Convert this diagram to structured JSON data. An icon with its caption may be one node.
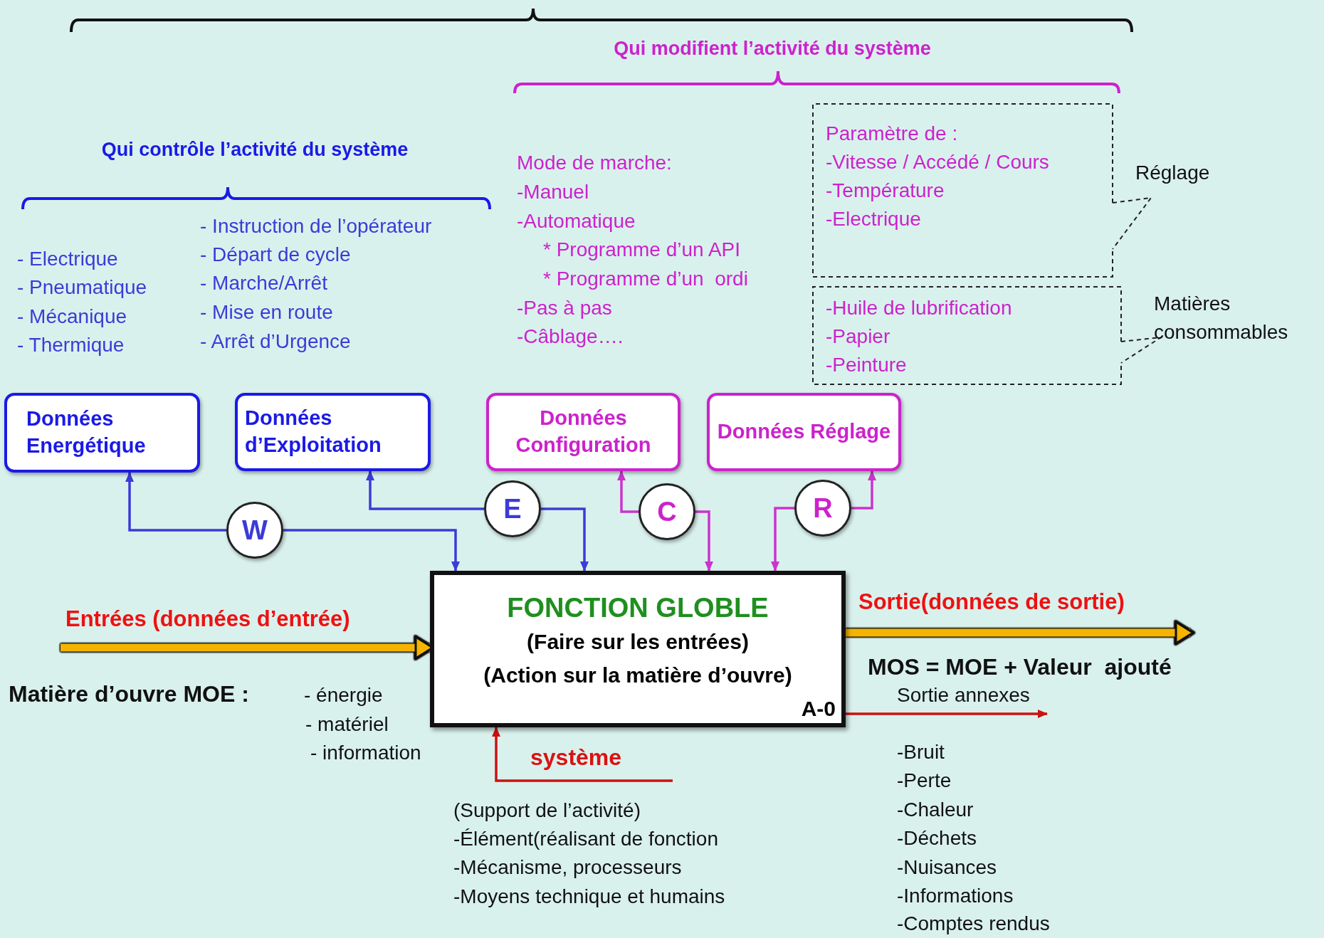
{
  "diagram": {
    "nodes": [
      {
        "text": [
          "Données Energétique"
        ]
      },
      {
        "text": [
          "Données d’Exploitation"
        ]
      },
      {
        "text": [
          "Données Configuration"
        ]
      },
      {
        "text": [
          "Données Réglage"
        ]
      },
      {
        "text": [
          "W"
        ]
      },
      {
        "text": [
          "E"
        ]
      },
      {
        "text": [
          "C"
        ]
      },
      {
        "text": [
          "R"
        ]
      },
      {
        "text": [
          "FONCTION GLOBLE",
          "(Faire sur les entrées)",
          "(Action sur la matière d’ouvre)",
          "A-0"
        ]
      },
      {
        "text": [
          "Paramètre de :",
          "-Vitesse / Accédé / Cours",
          "-Température",
          "-Electrique"
        ],
        "beside": [
          "Réglage"
        ]
      },
      {
        "text": [
          "-Huile de lubrification",
          "-Papier",
          "-Peinture"
        ],
        "beside": [
          "Matières consommables"
        ]
      }
    ],
    "edges": [
      {
        "from": 4,
        "to": 0,
        "arrow": "to",
        "color": "#3b3bd8"
      },
      {
        "from": 4,
        "to": 8,
        "arrow": "to",
        "color": "#3b3bd8"
      },
      {
        "from": 5,
        "to": 1,
        "arrow": "to",
        "color": "#3b3bd8"
      },
      {
        "from": 5,
        "to": 8,
        "arrow": "to",
        "color": "#3b3bd8"
      },
      {
        "from": 6,
        "to": 2,
        "arrow": "to",
        "color": "#cc33cc"
      },
      {
        "from": 6,
        "to": 8,
        "arrow": "to",
        "color": "#cc33cc"
      },
      {
        "from": 7,
        "to": 3,
        "arrow": "to",
        "color": "#cc33cc"
      },
      {
        "from": 7,
        "to": 8,
        "arrow": "to",
        "color": "#cc33cc"
      },
      {
        "from": null,
        "to": 8,
        "arrow": "to",
        "label": "Entrées (données d’entrée)",
        "style": "thick",
        "color": "#f5b400"
      },
      {
        "from": 8,
        "to": null,
        "arrow": "to",
        "label": "Sortie(données de sortie)",
        "style": "thick",
        "color": "#f5b400"
      },
      {
        "from": 8,
        "to": null,
        "arrow": "to",
        "label": "Sortie annexes",
        "color": "#cc1111"
      },
      {
        "from": null,
        "to": 8,
        "arrow": "to",
        "label": "système",
        "color": "#cc1111"
      }
    ],
    "labels": [
      "Qui modifient l’activité du système",
      "Qui contrôle l’activité du système",
      "- Instruction de l’opérateur",
      "- Electrique",
      "- Départ de cycle",
      "- Pneumatique",
      "- Marche/Arrêt",
      "- Mécanique",
      "- Mise en route",
      "- Thermique",
      "- Arrêt d’Urgence",
      "Mode de marche:",
      "-Manuel",
      "-Automatique",
      "* Programme d’un API",
      "* Programme d’un  ordi",
      "-Pas à pas",
      "-Câblage….",
      "Matière d’ouvre MOE :",
      "- énergie",
      "- matériel",
      "- information",
      "MOS = MOE + Valeur  ajouté",
      "(Support de l’activité)",
      "-Élément(réalisant de fonction",
      "-Mécanisme, processeurs",
      "-Moyens technique et humains",
      "-Bruit",
      "-Perte",
      "-Chaleur",
      "-Déchets",
      "-Nuisances",
      "-Informations",
      "-Comptes rendus"
    ]
  }
}
